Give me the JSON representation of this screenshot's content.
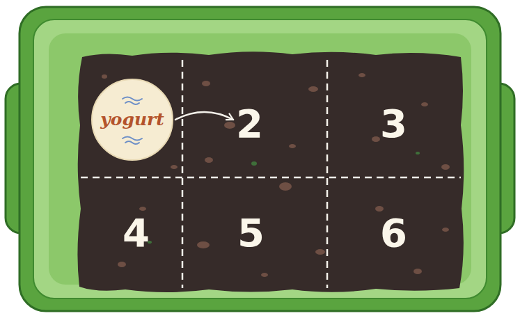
{
  "diagram": {
    "nodes": [
      {
        "text": [
          "yogurt"
        ]
      },
      {
        "text": [
          "2"
        ]
      },
      {
        "text": [
          "3"
        ]
      },
      {
        "text": [
          "4"
        ]
      },
      {
        "text": [
          "5"
        ]
      },
      {
        "text": [
          "6"
        ]
      }
    ],
    "edges": [
      {
        "from": 0,
        "to": 1,
        "arrow": "to"
      }
    ]
  }
}
